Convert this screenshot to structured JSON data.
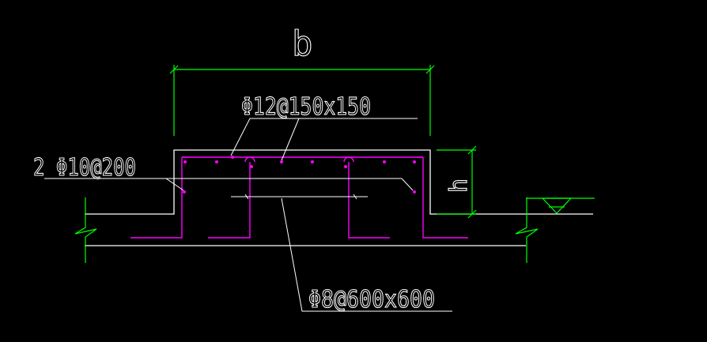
{
  "labels": {
    "width_dim": "b",
    "height_dim": "h",
    "top_rebar": "Φ12@150x150",
    "side_rebar": "2 Φ10@200",
    "bottom_rebar": "Φ8@600x600"
  },
  "colors": {
    "background": "#000000",
    "concrete_outline": "#ffffff",
    "rebar": "#ff00ff",
    "dimension": "#00ff00",
    "leader": "#ffffff"
  },
  "icons": {
    "ground_level": "ground-level-triangle-icon",
    "break_line": "break-line-icon"
  }
}
